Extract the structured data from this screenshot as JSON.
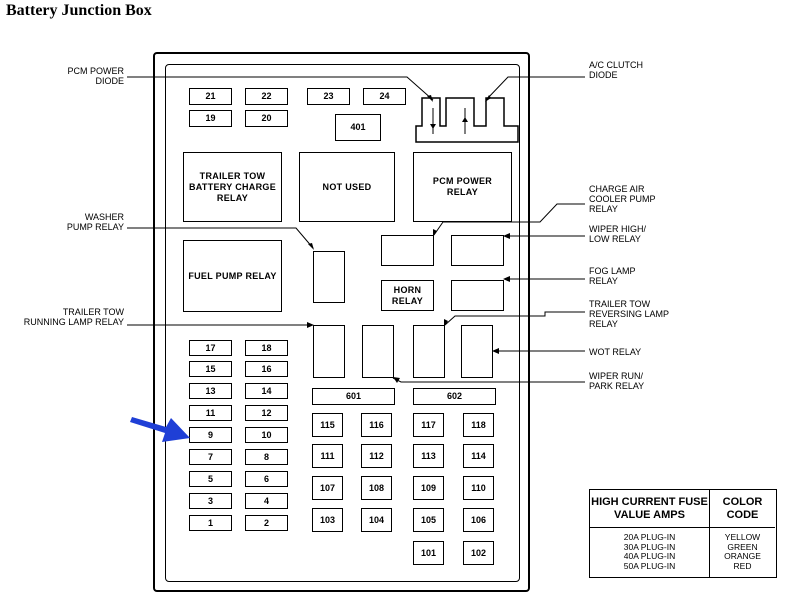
{
  "title": "Battery Junction Box",
  "fuses": {
    "f21": "21",
    "f22": "22",
    "f23": "23",
    "f24": "24",
    "f19": "19",
    "f20": "20",
    "f401": "401",
    "f17": "17",
    "f18": "18",
    "f15": "15",
    "f16": "16",
    "f13": "13",
    "f14": "14",
    "f11": "11",
    "f12": "12",
    "f9": "9",
    "f10": "10",
    "f7": "7",
    "f8": "8",
    "f5": "5",
    "f6": "6",
    "f3": "3",
    "f4": "4",
    "f1": "1",
    "f2": "2",
    "f601": "601",
    "f602": "602",
    "f115": "115",
    "f116": "116",
    "f117": "117",
    "f118": "118",
    "f111": "111",
    "f112": "112",
    "f113": "113",
    "f114": "114",
    "f107": "107",
    "f108": "108",
    "f109": "109",
    "f110": "110",
    "f103": "103",
    "f104": "104",
    "f105": "105",
    "f106": "106",
    "f101": "101",
    "f102": "102"
  },
  "relays": {
    "trailer_tow_battery": "TRAILER TOW BATTERY CHARGE RELAY",
    "not_used": "NOT USED",
    "pcm_power": "PCM POWER RELAY",
    "fuel_pump": "FUEL PUMP RELAY",
    "horn": "HORN RELAY"
  },
  "callouts": {
    "pcm_power_diode": "PCM POWER DIODE",
    "ac_clutch_diode": "A/C CLUTCH DIODE",
    "washer_pump_relay": "WASHER PUMP RELAY",
    "trailer_tow_running": "TRAILER TOW RUNNING LAMP RELAY",
    "charge_air_cooler": "CHARGE AIR COOLER PUMP RELAY",
    "wiper_high_low": "WIPER HIGH/ LOW RELAY",
    "fog_lamp": "FOG LAMP RELAY",
    "trailer_tow_reversing": "TRAILER TOW REVERSING LAMP RELAY",
    "wot_relay": "WOT RELAY",
    "wiper_run_park": "WIPER RUN/ PARK RELAY"
  },
  "legend": {
    "header1": "HIGH CURRENT FUSE VALUE AMPS",
    "header2": "COLOR CODE",
    "values": [
      "20A PLUG-IN",
      "30A PLUG-IN",
      "40A PLUG-IN",
      "50A PLUG-IN"
    ],
    "colors": [
      "YELLOW",
      "GREEN",
      "ORANGE",
      "RED"
    ]
  },
  "colors": {
    "arrow": "#1f3fd6",
    "ink": "#000000"
  }
}
